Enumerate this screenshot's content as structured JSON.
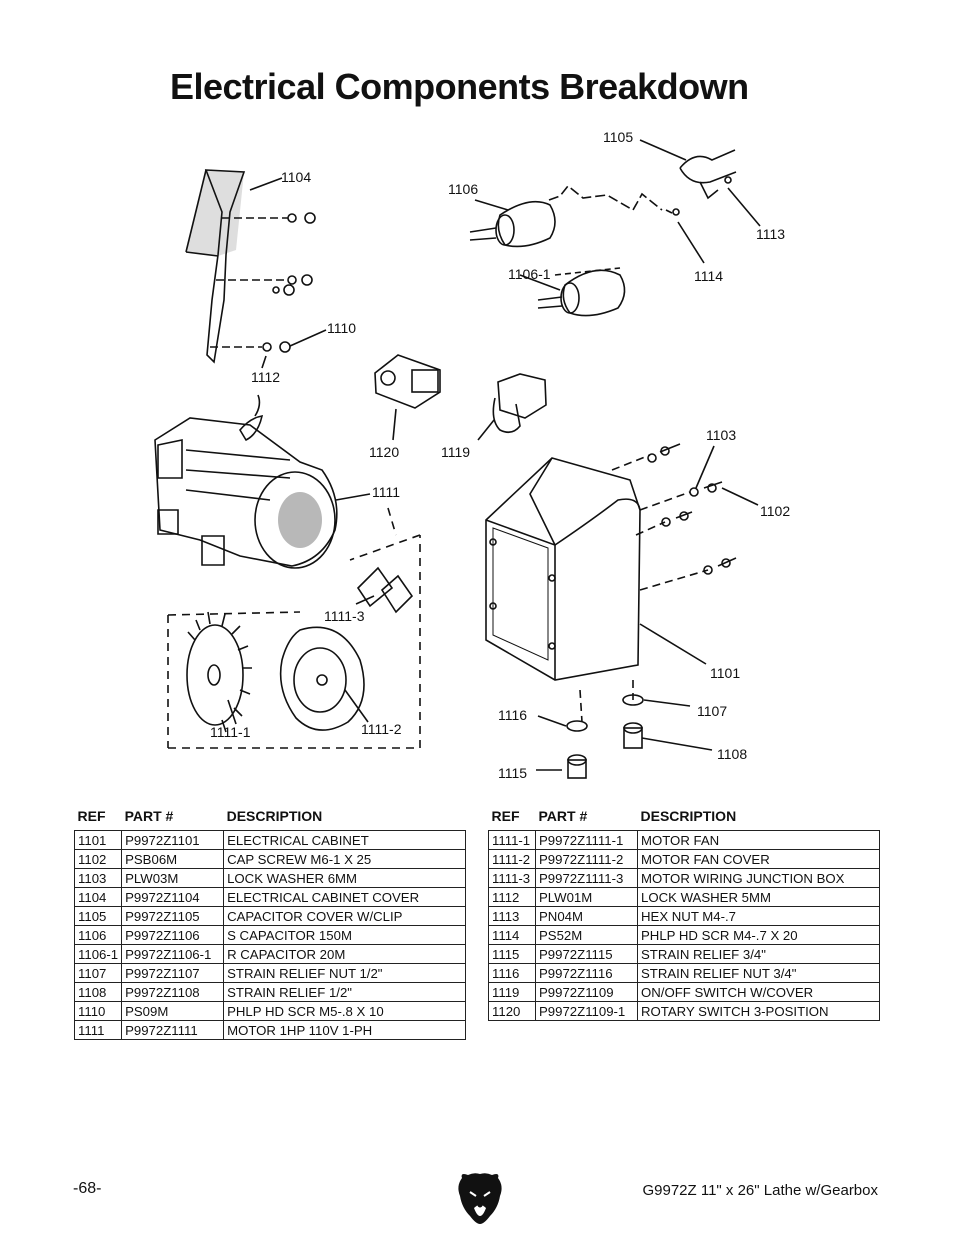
{
  "page": {
    "title": "Electrical Components Breakdown",
    "page_number": "-68-",
    "footer_model": "G9972Z 11\" x 26\" Lathe w/Gearbox"
  },
  "diagram": {
    "callouts": [
      "1104",
      "1110",
      "1112",
      "1105",
      "1106",
      "1106-1",
      "1113",
      "1114",
      "1120",
      "1119",
      "1111",
      "1103",
      "1102",
      "1111-3",
      "1101",
      "1107",
      "1108",
      "1116",
      "1115",
      "1111-1",
      "1111-2"
    ]
  },
  "table_headers": {
    "ref": "REF",
    "part": "PART #",
    "description": "DESCRIPTION"
  },
  "parts_left": [
    [
      "1101",
      "P9972Z1101",
      "ELECTRICAL CABINET"
    ],
    [
      "1102",
      "PSB06M",
      "CAP SCREW M6-1 X 25"
    ],
    [
      "1103",
      "PLW03M",
      "LOCK WASHER 6MM"
    ],
    [
      "1104",
      "P9972Z1104",
      "ELECTRICAL CABINET COVER"
    ],
    [
      "1105",
      "P9972Z1105",
      "CAPACITOR COVER W/CLIP"
    ],
    [
      "1106",
      "P9972Z1106",
      "S CAPACITOR 150M"
    ],
    [
      "1106-1",
      "P9972Z1106-1",
      "R CAPACITOR 20M"
    ],
    [
      "1107",
      "P9972Z1107",
      "STRAIN RELIEF NUT 1/2\""
    ],
    [
      "1108",
      "P9972Z1108",
      "STRAIN RELIEF 1/2\""
    ],
    [
      "1110",
      "PS09M",
      "PHLP HD SCR M5-.8 X 10"
    ],
    [
      "1111",
      "P9972Z1111",
      "MOTOR 1HP 110V 1-PH"
    ]
  ],
  "parts_right": [
    [
      "1111-1",
      "P9972Z1111-1",
      "MOTOR FAN"
    ],
    [
      "1111-2",
      "P9972Z1111-2",
      "MOTOR FAN COVER"
    ],
    [
      "1111-3",
      "P9972Z1111-3",
      "MOTOR WIRING JUNCTION BOX"
    ],
    [
      "1112",
      "PLW01M",
      "LOCK WASHER 5MM"
    ],
    [
      "1113",
      "PN04M",
      "HEX NUT M4-.7"
    ],
    [
      "1114",
      "PS52M",
      "PHLP HD SCR M4-.7 X 20"
    ],
    [
      "1115",
      "P9972Z1115",
      "STRAIN RELIEF 3/4\""
    ],
    [
      "1116",
      "P9972Z1116",
      "STRAIN RELIEF NUT 3/4\""
    ],
    [
      "1119",
      "P9972Z1109",
      "ON/OFF SWITCH W/COVER"
    ],
    [
      "1120",
      "P9972Z1109-1",
      "ROTARY SWITCH 3-POSITION"
    ]
  ]
}
